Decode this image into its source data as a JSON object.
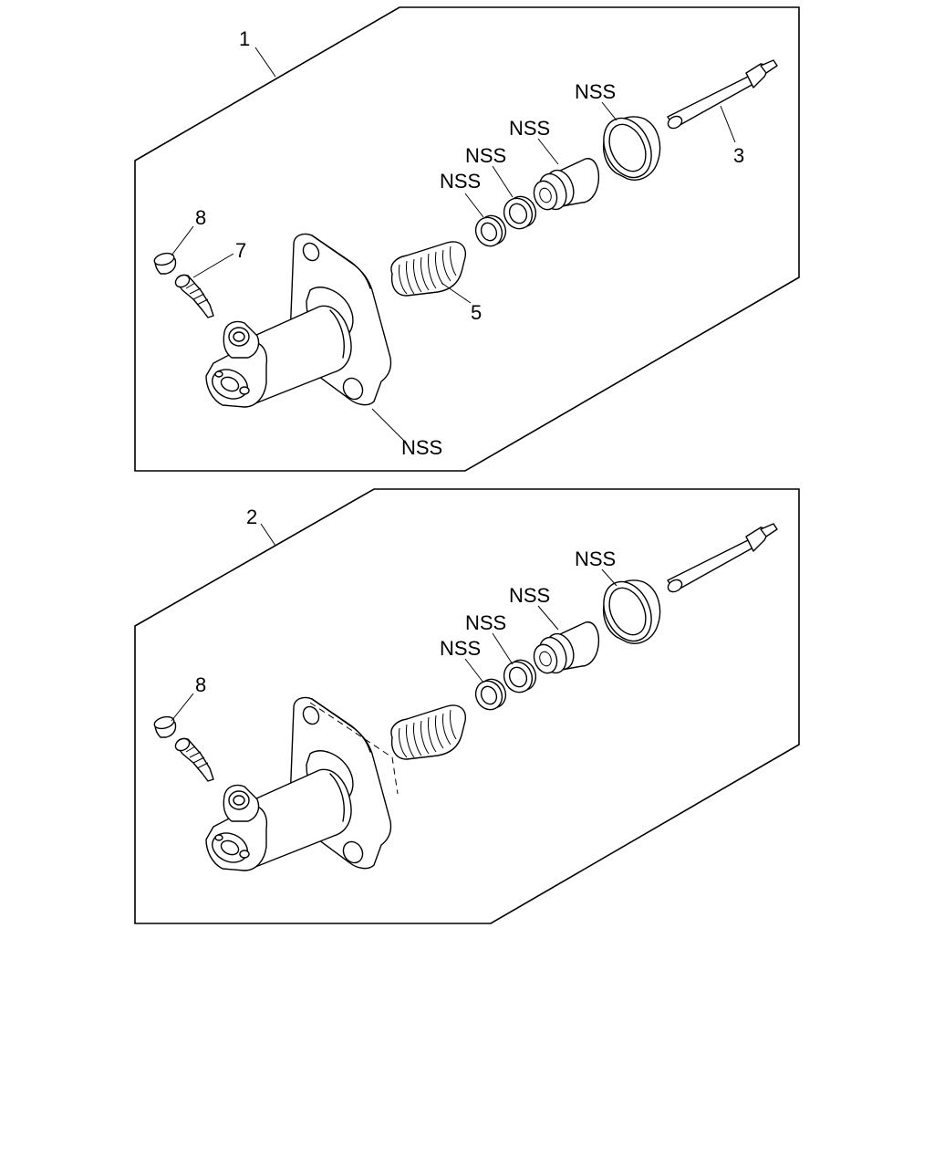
{
  "assemblies": [
    {
      "ref": "1",
      "labels": {
        "cap": "8",
        "bleeder": "7",
        "spring": "5",
        "rod": "3",
        "body": "NSS",
        "seal_small": "NSS",
        "seal_medium": "NSS",
        "piston": "NSS",
        "boot": "NSS"
      }
    },
    {
      "ref": "2",
      "labels": {
        "cap": "8",
        "seal_small": "NSS",
        "seal_medium": "NSS",
        "piston": "NSS",
        "boot": "NSS"
      }
    }
  ]
}
